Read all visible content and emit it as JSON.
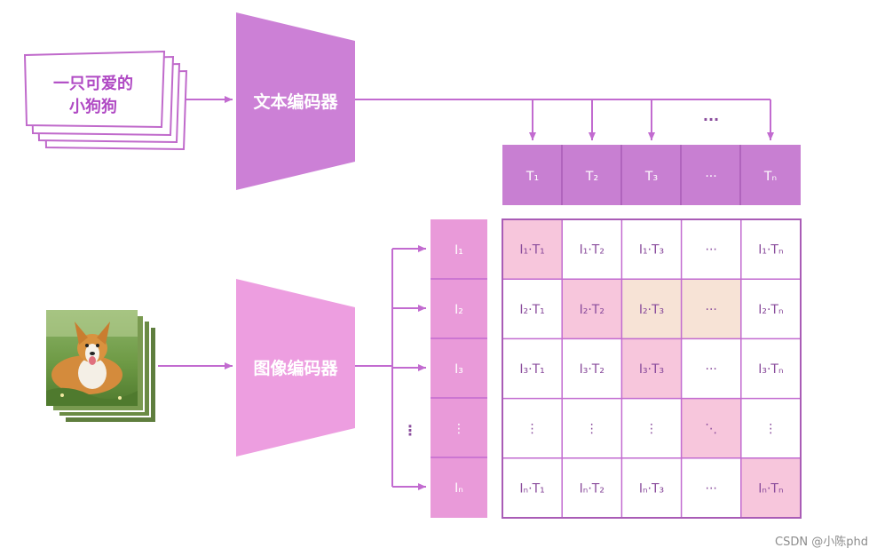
{
  "text_input": {
    "lines": [
      "一只可爱的",
      "小狗狗"
    ]
  },
  "text_encoder": {
    "label": "文本编码器"
  },
  "image_encoder": {
    "label": "图像编码器"
  },
  "text_vectors": [
    "T₁",
    "T₂",
    "T₃",
    "···",
    "Tₙ"
  ],
  "image_vectors": [
    "I₁",
    "I₂",
    "I₃",
    "⋮",
    "Iₙ"
  ],
  "top_dots": "···",
  "side_dots": "⋮",
  "matrix": [
    [
      "I₁·T₁",
      "I₁·T₂",
      "I₁·T₃",
      "···",
      "I₁·Tₙ"
    ],
    [
      "I₂·T₁",
      "I₂·T₂",
      "I₂·T₃",
      "···",
      "I₂·Tₙ"
    ],
    [
      "I₃·T₁",
      "I₃·T₂",
      "I₃·T₃",
      "···",
      "I₃·Tₙ"
    ],
    [
      "⋮",
      "⋮",
      "⋮",
      "⋱",
      "⋮"
    ],
    [
      "Iₙ·T₁",
      "Iₙ·T₂",
      "Iₙ·T₃",
      "···",
      "Iₙ·Tₙ"
    ]
  ],
  "highlight_colors": {
    "diagonal": "#f7c6dc",
    "peach": "#f7e3d6",
    "purple": "#c87fd2",
    "pink": "#e99ad9"
  },
  "watermark": "CSDN @小陈phd"
}
